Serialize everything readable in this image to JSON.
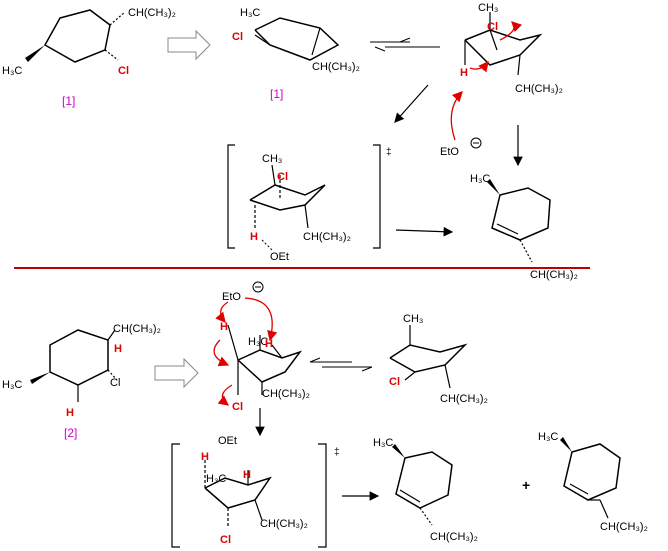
{
  "labels": {
    "ch3": "H₃C",
    "ch3_top": "CH₃",
    "ipr": "CH(CH₃)₂",
    "cl": "Cl",
    "h": "H",
    "eto": "EtO",
    "oet": "OEt",
    "ho_et": "H",
    "dagger": "‡",
    "plus": "+",
    "compound1": "[1]",
    "compound2": "[2]"
  },
  "colors": {
    "red": "#e00000",
    "magenta": "#cc00cc",
    "divider": "#c00000",
    "black": "#000000"
  }
}
